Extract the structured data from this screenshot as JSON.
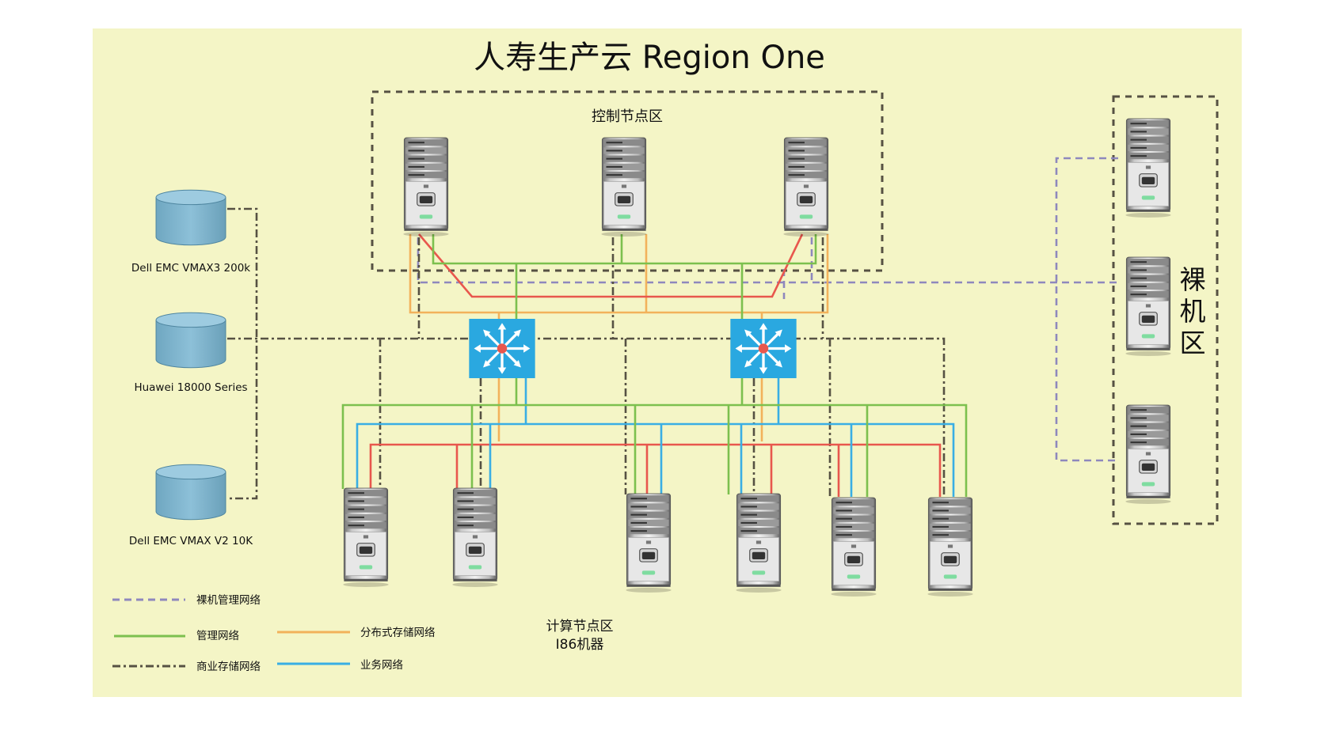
{
  "title": "人寿生产云 Region One",
  "zones": {
    "control": "控制节点区",
    "baremetal": "裸机区",
    "compute_line1": "计算节点区",
    "compute_line2": "I86机器"
  },
  "storage": [
    {
      "label": "Dell EMC VMAX3 200k"
    },
    {
      "label": "Huawei 18000 Series"
    },
    {
      "label": "Dell EMC VMAX V2 10K"
    }
  ],
  "legend": [
    {
      "label": "裸机管理网络",
      "color": "#8e88bd",
      "style": "dashed"
    },
    {
      "label": "管理网络",
      "color": "#7cc04e",
      "style": "solid"
    },
    {
      "label": "商业存储网络",
      "color": "#565143",
      "style": "dashdot"
    },
    {
      "label": "分布式存储网络",
      "color": "#f2b25b",
      "style": "solid"
    },
    {
      "label": "业务网络",
      "color": "#39aee4",
      "style": "solid"
    }
  ],
  "colors": {
    "background": "#f4f5c6",
    "management": "#7cc04e",
    "business": "#39aee4",
    "distributed_storage": "#f2b25b",
    "red_link": "#e8574d",
    "commercial_storage": "#565143",
    "baremetal_mgmt": "#8e88bd",
    "switch": "#2aa8e0",
    "storage_disk": "#7fb6cf"
  },
  "icons": {
    "server": "server-icon",
    "switch": "switch-icon",
    "storage": "storage-cylinder-icon"
  }
}
